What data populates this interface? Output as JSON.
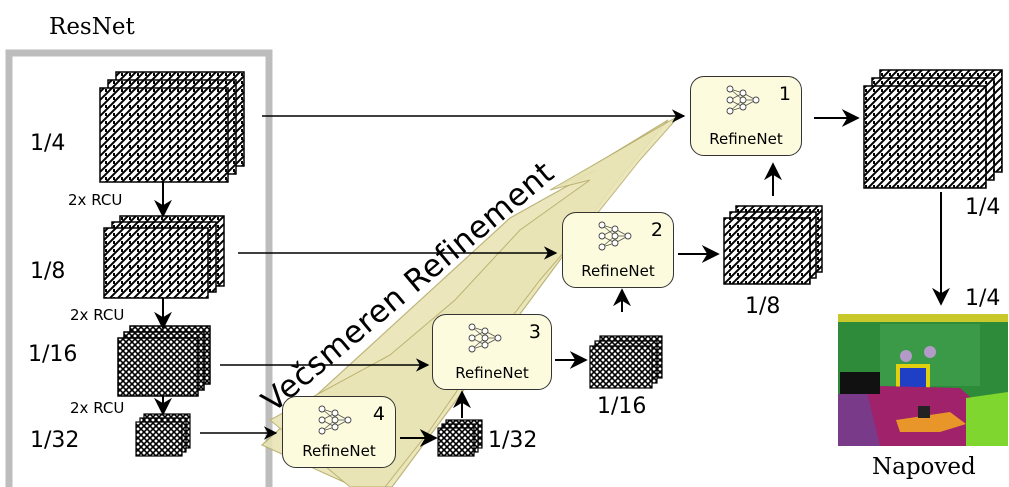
{
  "resnet_title": "ResNet",
  "scales_left": {
    "s4": "1/4",
    "s8": "1/8",
    "s16": "1/16",
    "s32": "1/32"
  },
  "rcu_labels": [
    "2x RCU",
    "2x RCU",
    "2x RCU"
  ],
  "refinenet_blocks": [
    {
      "num": "1",
      "label": "RefineNet"
    },
    {
      "num": "2",
      "label": "RefineNet"
    },
    {
      "num": "3",
      "label": "RefineNet"
    },
    {
      "num": "4",
      "label": "RefineNet"
    }
  ],
  "refine_outputs": {
    "out32": "1/32",
    "out16": "1/16",
    "out8": "1/8",
    "out4": "1/4",
    "pred4": "1/4"
  },
  "multipath_label": "Večsmeren Refinement",
  "prediction_label": "Napoved",
  "colors": {
    "resnet_box": "#bdbdbd",
    "refinenet_fill": "#fcfbdd",
    "multipath_arrow": "#e9e4b5",
    "seg_green": "#2e8b3a",
    "seg_magenta": "#a0226a",
    "seg_purple": "#7a3a8a",
    "seg_orange": "#e8962a",
    "seg_lime": "#7fd62f"
  }
}
